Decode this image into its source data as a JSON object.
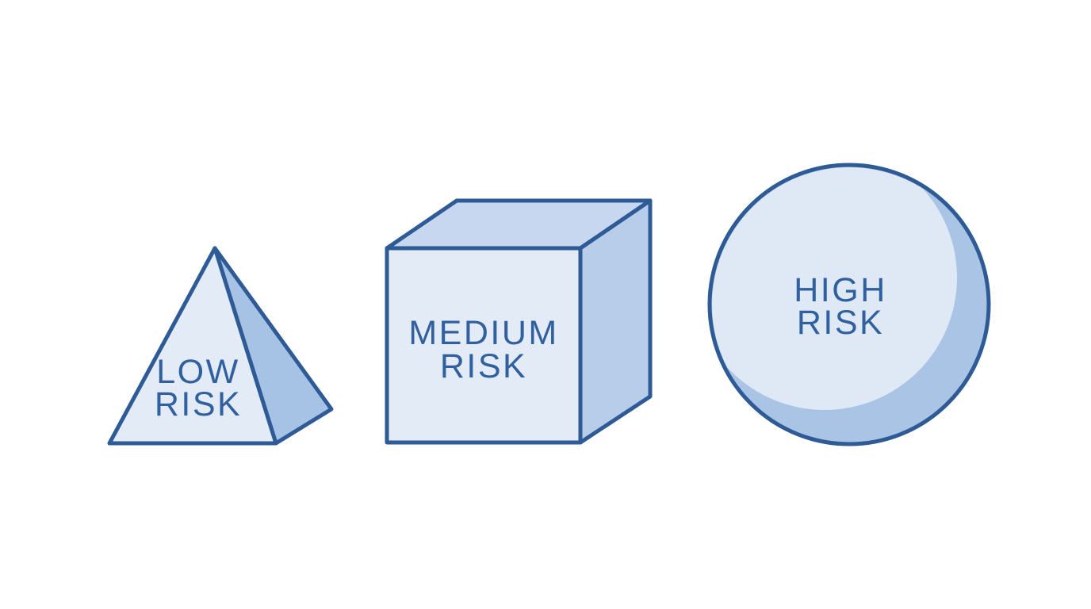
{
  "diagram": {
    "background": "#ffffff",
    "palette": {
      "outline": "#2e5b96",
      "face_light": "#e3ebf7",
      "face_shaded": "#a6c2e4",
      "cube_top": "#c6d7ef",
      "cube_side": "#b7cdea",
      "sphere_body": "#a9c4e5",
      "sphere_highlight": "#dfe9f6",
      "label_color": "#30609e"
    },
    "shapes": [
      {
        "shape": "pyramid",
        "label": "LOW RISK",
        "label_lines": [
          "LOW",
          "RISK"
        ]
      },
      {
        "shape": "cube",
        "label": "MEDIUM RISK",
        "label_lines": [
          "MEDIUM",
          "RISK"
        ]
      },
      {
        "shape": "sphere",
        "label": "HIGH RISK",
        "label_lines": [
          "HIGH",
          "RISK"
        ]
      }
    ]
  }
}
